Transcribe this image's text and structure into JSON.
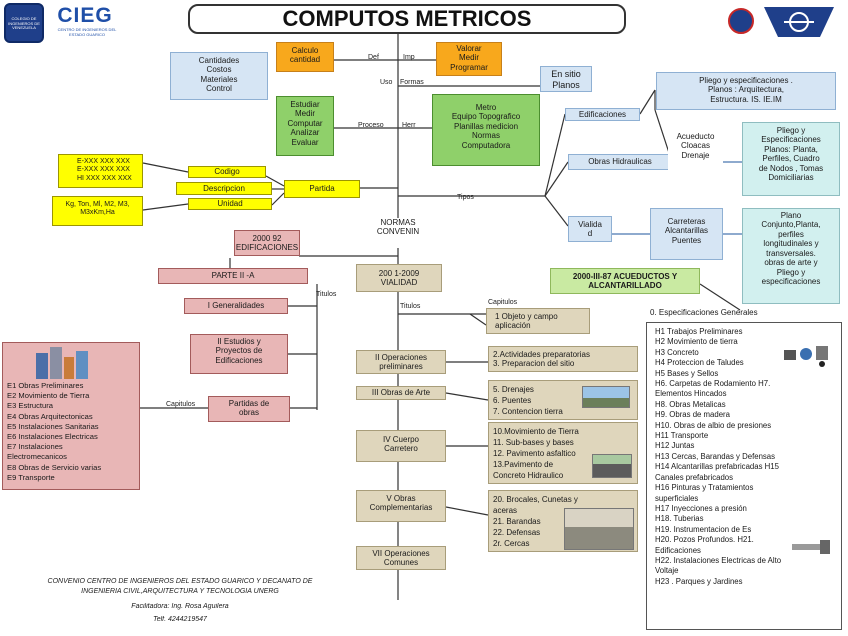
{
  "header": {
    "title": "COMPUTOS METRICOS",
    "logo_cieg": "CIEG",
    "logo_colegio": "COLEGIO DE INGENIEROS DE VENEZUELA",
    "logo_cieg_sub": "CENTRO DE INGENIEROS DEL ESTADO GUARICO"
  },
  "center": {
    "def_label": "Def",
    "imp_label": "Imp",
    "uso_label": "Uso",
    "formas_label": "Formas",
    "proceso_label": "Proceso",
    "herr_label": "Herr",
    "tipos_label": "Tipos",
    "calculo": "Calculo\ncantidad",
    "cantidades": "Cantidades\nCostos\nMateriales\nControl",
    "valorar": "Valorar\nMedir\nProgramar",
    "en_sitio": "En sitio\nPlanos",
    "estudiar": "Estudiar\nMedir\nComputar\nAnalizar\nEvaluar",
    "metro": "Metro\nEquipo Topografico\nPlanillas medicion\nNormas\nComputadora",
    "normas": "NORMAS\nCONVENIN"
  },
  "partida": {
    "label": "Partida",
    "codigo": "Codigo",
    "descripcion": "Descripcion",
    "unidad": "Unidad",
    "codes": "E-XXX XXX XXX\nE-XXX XXX XXX\nHI XXX XXX XXX",
    "units": "Kg, Ton, Ml, M2, M3,\nM3xKm,Ha"
  },
  "right": {
    "pliego_top": "Pliego y especificaciones .\nPlanos : Arquitectura,\nEstructura. IS. IE.IM",
    "edificaciones": "Edificaciones",
    "obras_hidraulicas": "Obras Hidraulicas",
    "acueducto": "Acueducto\nCloacas\nDrenaje",
    "pliego_hidraulicas": "Pliego y\nEspecificaciones\nPlanos: Planta,\nPerfiles, Cuadro\nde Nodos , Tomas\nDomiciliarias",
    "vialidad": "Vialida\nd",
    "carreteras": "Carreteras\nAlcantarillas\nPuentes",
    "plano_vialidad": "Plano\nConjunto,Planta,\nperfiles\nlongitudinales y\ntransversales.\nobras de arte y\nPliego y\nespecificaciones",
    "acueductos_norma": "2000-III-87 ACUEDUCTOS Y\nALCANTARILLADO",
    "especificaciones_title": "0. Especificaciones Generales",
    "hi_list": "H1 Trabajos Preliminares\nH2 Movimiento de tierra\nH3 Concreto\nH4 Proteccion de Taludes\nH5 Bases y Sellos\nH6. Carpetas de Rodamiento H7.\nElementos Hincados\nH8. Obras Metalicas\nH9. Obras de madera\nH10. Obras de albio de presiones\nH11 Transporte\nH12 Juntas\nH13 Cercas, Barandas y Defensas\nH14 Alcantarillas prefabricadas H15\nCanales prefabricados\nH16 Pinturas y Tratamientos\nsuperficiales\nH17 Inyecciones a presión\nH18. Tuberias\nH19. Instrumentacion de Es\nH20. Pozos Profundos. H21.\nEdificaciones\nH22. Instalaciones Electricas de Alto\nVoltaje\nH23 . Parques y Jardines"
  },
  "edificaciones": {
    "norma": "2000 92\nEDIFICACIONES",
    "parte": "PARTE II -A",
    "titulos_label": "Titulos",
    "capitulos_label": "Capitulos",
    "generalidades": "I Generalidades",
    "estudios": "II Estudios y\nProyectos de\nEdificaciones",
    "partidas": "Partidas de\nobras",
    "e_list": "E1 Obras Preliminares\nE2 Movimiento de Tierra\nE3 Estructura\nE4 Obras Arquitectonicas\nE5 Instalaciones Sanitarias\nE6 Instalaciones Electricas\nE7 Instalaciones\nElectromecanicos\nE8 Obras de Servicio varias\nE9 Transporte"
  },
  "vialidad": {
    "norma": "200 1-2009\nVIALIDAD",
    "titulos_label": "Titulos",
    "capitulos_label": "Capitulos",
    "objeto": "1 Objeto y campo\naplicación",
    "preliminares": "II Operaciones\npreliminares",
    "preliminares_items": "2.Actividades preparatorias\n3. Preparacion del sitio",
    "obras_arte": "III Obras de Arte",
    "obras_arte_items": "5. Drenajes\n6. Puentes\n7. Contencion tierra",
    "cuerpo": "IV Cuerpo\nCarretero",
    "cuerpo_items": "10.Movimiento de Tierra\n11. Sub-bases y bases\n12. Pavimento asfaltico\n13.Pavimento de\nConcreto Hidraulico",
    "complementarias": "V Obras\nComplementarias",
    "complementarias_items": "20. Brocales, Cunetas y\naceras\n21. Barandas\n22. Defensas\n2r. Cercas",
    "comunes": "VII Operaciones\nComunes"
  },
  "footer": {
    "line1": "CONVENIO CENTRO DE INGENIEROS DEL ESTADO GUARICO Y DECANATO DE",
    "line2": "INGENIERIA CIVIL,ARQUITECTURA Y TECNOLOGIA UNERG",
    "line3": "Facilitadora: Ing. Rosa Aguilera",
    "line4": "Telf. 4244219547"
  },
  "colors": {
    "blue_box": "#d6e5f4",
    "green_box": "#8fd06a",
    "orange_box": "#f8a81c",
    "pink_box": "#e8b6b6",
    "tan_box": "#dfd6bc",
    "yellow_box": "#ffff00",
    "line": "#333333",
    "blue_line": "#4a78b0"
  }
}
